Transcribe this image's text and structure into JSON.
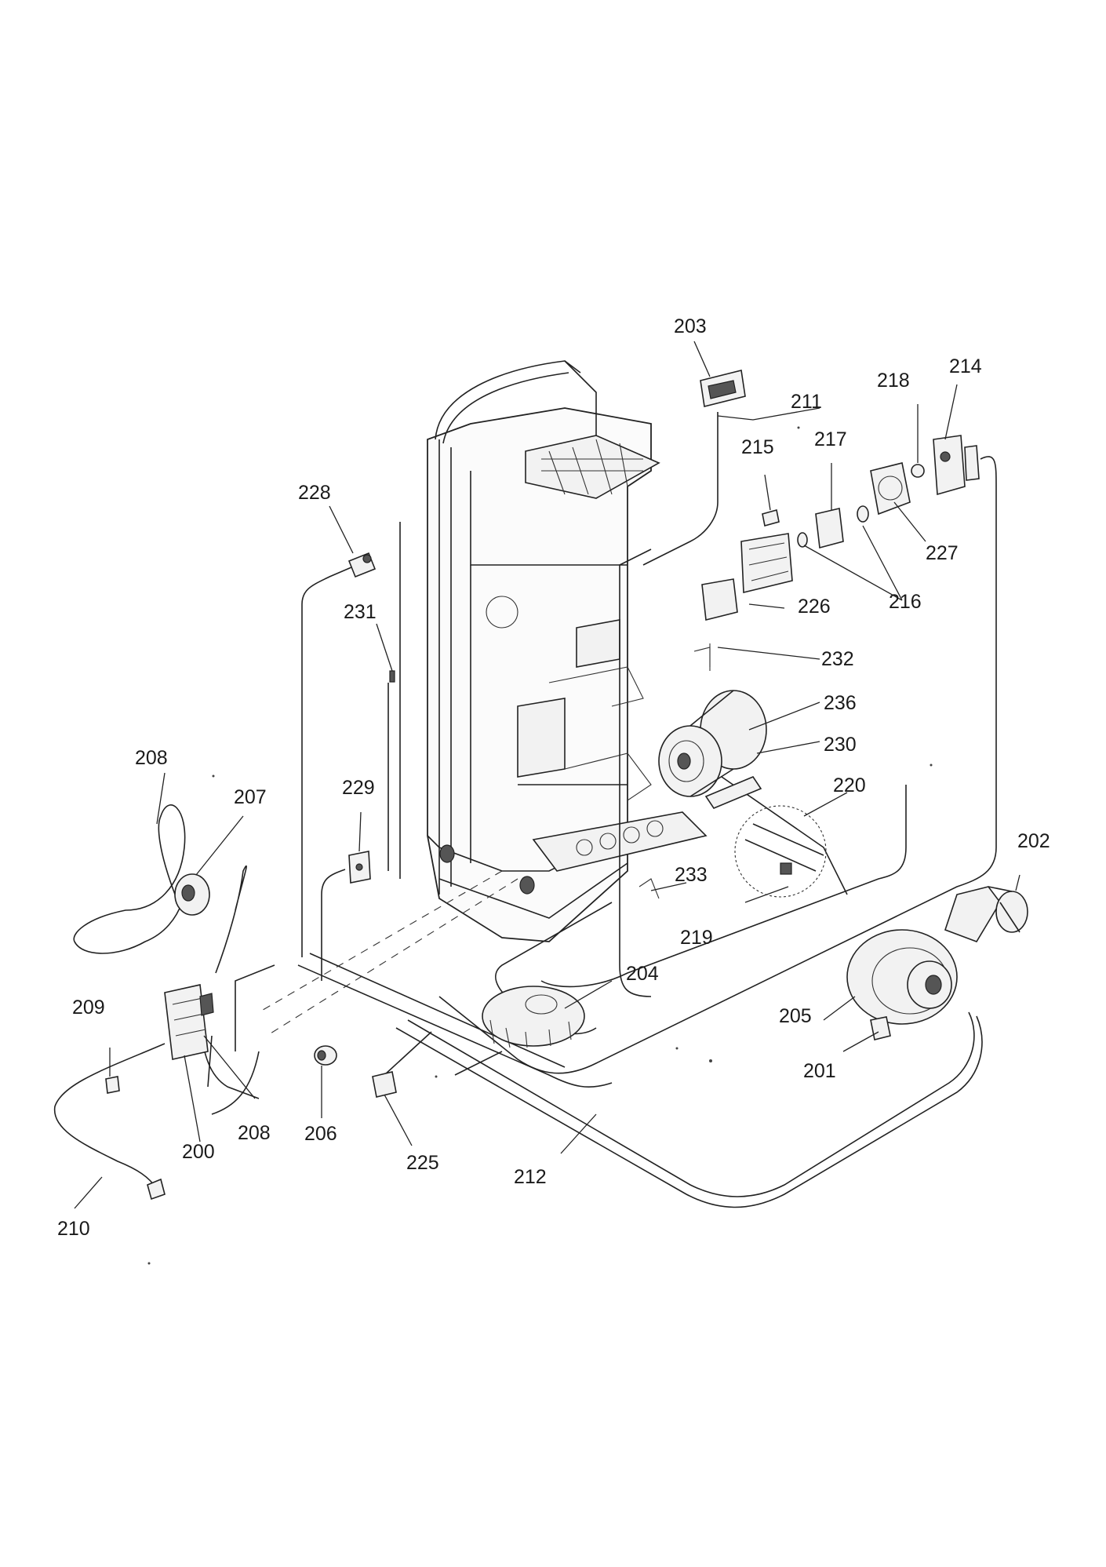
{
  "labels": {
    "l200": "200",
    "l201": "201",
    "l202": "202",
    "l203": "203",
    "l204": "204",
    "l205": "205",
    "l206": "206",
    "l207": "207",
    "l208a": "208",
    "l208b": "208",
    "l209": "209",
    "l210": "210",
    "l211": "211",
    "l212": "212",
    "l214": "214",
    "l215": "215",
    "l216": "216",
    "l217": "217",
    "l218": "218",
    "l219": "219",
    "l220": "220",
    "l225": "225",
    "l226": "226",
    "l227": "227",
    "l228": "228",
    "l229": "229",
    "l230": "230",
    "l231": "231",
    "l232": "232",
    "l233": "233",
    "l236": "236"
  }
}
